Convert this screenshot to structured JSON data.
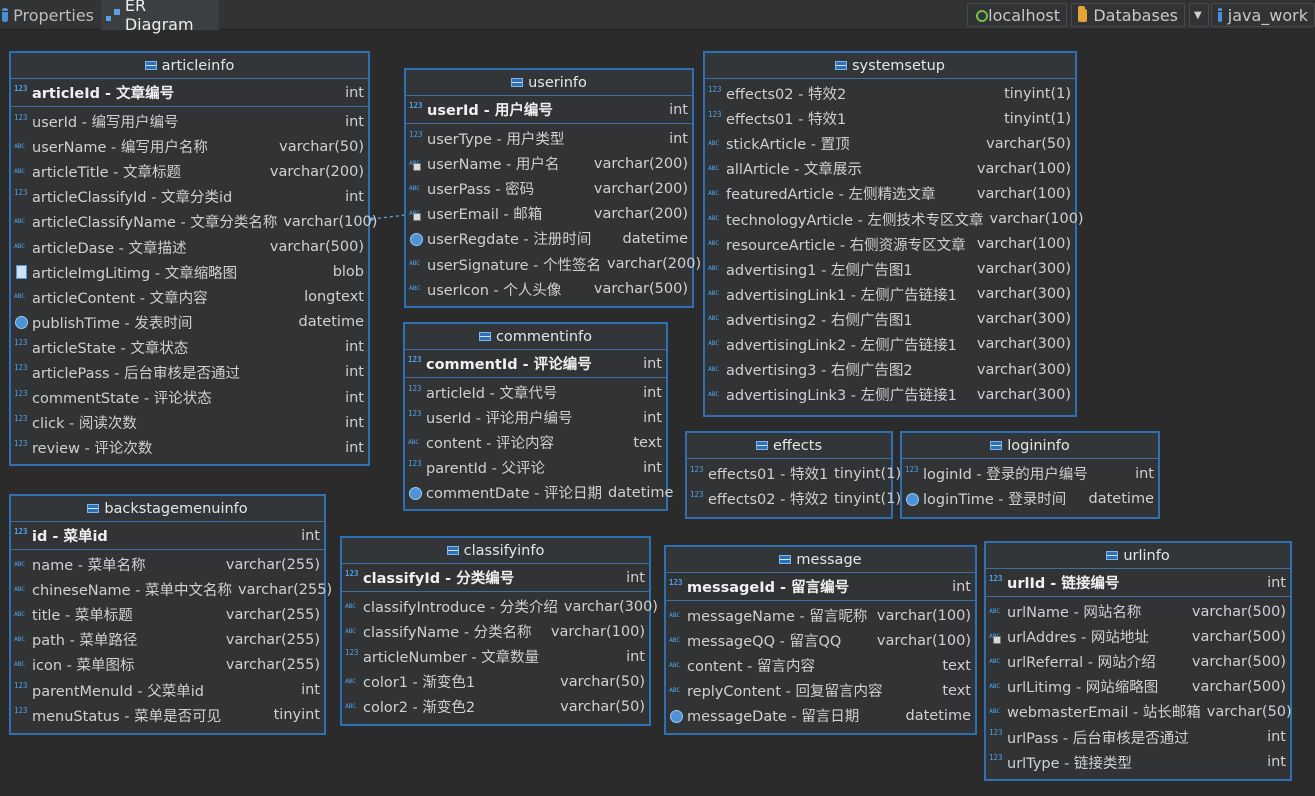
{
  "tabs": [
    {
      "label": "Properties",
      "active": false
    },
    {
      "label": "ER Diagram",
      "active": true
    }
  ],
  "toolbar": {
    "connection": "localhost",
    "databases": "Databases",
    "database": "java_work"
  },
  "colors": {
    "border": "#2f6fb3",
    "background": "#2b2b2b",
    "table_bg": "#313335",
    "icon": "#4ea0e8"
  },
  "tables": {
    "articleinfo": {
      "title": "articleinfo",
      "pk": {
        "name": "articleId - 文章编号",
        "type": "int",
        "icon": "num"
      },
      "columns": [
        {
          "name": "userId - 编写用户编号",
          "type": "int",
          "icon": "num"
        },
        {
          "name": "userName - 编写用户名称",
          "type": "varchar(50)",
          "icon": "str"
        },
        {
          "name": "articleTitle - 文章标题",
          "type": "varchar(200)",
          "icon": "str"
        },
        {
          "name": "articleClassifyId - 文章分类id",
          "type": "int",
          "icon": "num"
        },
        {
          "name": "articleClassifyName - 文章分类名称",
          "type": "varchar(100)",
          "icon": "str"
        },
        {
          "name": "articleDase - 文章描述",
          "type": "varchar(500)",
          "icon": "str"
        },
        {
          "name": "articleImgLitimg - 文章缩略图",
          "type": "blob",
          "icon": "blob"
        },
        {
          "name": "articleContent - 文章内容",
          "type": "longtext",
          "icon": "str"
        },
        {
          "name": "publishTime - 发表时间",
          "type": "datetime",
          "icon": "date"
        },
        {
          "name": "articleState - 文章状态",
          "type": "int",
          "icon": "num"
        },
        {
          "name": "articlePass - 后台审核是否通过",
          "type": "int",
          "icon": "num"
        },
        {
          "name": "commentState - 评论状态",
          "type": "int",
          "icon": "num"
        },
        {
          "name": "click - 阅读次数",
          "type": "int",
          "icon": "num"
        },
        {
          "name": "review - 评论次数",
          "type": "int",
          "icon": "num"
        }
      ]
    },
    "userinfo": {
      "title": "userinfo",
      "pk": {
        "name": "userId - 用户编号",
        "type": "int",
        "icon": "num"
      },
      "columns": [
        {
          "name": "userType - 用户类型",
          "type": "int",
          "icon": "num"
        },
        {
          "name": "userName - 用户名",
          "type": "varchar(200)",
          "icon": "str key"
        },
        {
          "name": "userPass - 密码",
          "type": "varchar(200)",
          "icon": "str"
        },
        {
          "name": "userEmail - 邮箱",
          "type": "varchar(200)",
          "icon": "str key"
        },
        {
          "name": "userRegdate - 注册时间",
          "type": "datetime",
          "icon": "date"
        },
        {
          "name": "userSignature - 个性签名",
          "type": "varchar(200)",
          "icon": "str"
        },
        {
          "name": "userIcon - 个人头像",
          "type": "varchar(500)",
          "icon": "str"
        }
      ]
    },
    "commentinfo": {
      "title": "commentinfo",
      "pk": {
        "name": "commentId - 评论编号",
        "type": "int",
        "icon": "num"
      },
      "columns": [
        {
          "name": "articleId - 文章代号",
          "type": "int",
          "icon": "num"
        },
        {
          "name": "userId - 评论用户编号",
          "type": "int",
          "icon": "num"
        },
        {
          "name": "content - 评论内容",
          "type": "text",
          "icon": "str"
        },
        {
          "name": "parentId - 父评论",
          "type": "int",
          "icon": "num"
        },
        {
          "name": "commentDate - 评论日期",
          "type": "datetime",
          "icon": "date"
        }
      ]
    },
    "systemsetup": {
      "title": "systemsetup",
      "columns": [
        {
          "name": "effects02 - 特效2",
          "type": "tinyint(1)",
          "icon": "num"
        },
        {
          "name": "effects01 - 特效1",
          "type": "tinyint(1)",
          "icon": "num"
        },
        {
          "name": "stickArticle - 置顶",
          "type": "varchar(50)",
          "icon": "str"
        },
        {
          "name": "allArticle - 文章展示",
          "type": "varchar(100)",
          "icon": "str"
        },
        {
          "name": "featuredArticle - 左侧精选文章",
          "type": "varchar(100)",
          "icon": "str"
        },
        {
          "name": "technologyArticle - 左侧技术专区文章",
          "type": "varchar(100)",
          "icon": "str"
        },
        {
          "name": "resourceArticle - 右侧资源专区文章",
          "type": "varchar(100)",
          "icon": "str"
        },
        {
          "name": "advertising1 - 左侧广告图1",
          "type": "varchar(300)",
          "icon": "str"
        },
        {
          "name": "advertisingLink1 - 左侧广告链接1",
          "type": "varchar(300)",
          "icon": "str"
        },
        {
          "name": "advertising2 - 右侧广告图1",
          "type": "varchar(300)",
          "icon": "str"
        },
        {
          "name": "advertisingLink2 - 左侧广告链接1",
          "type": "varchar(300)",
          "icon": "str"
        },
        {
          "name": "advertising3 - 右侧广告图2",
          "type": "varchar(300)",
          "icon": "str"
        },
        {
          "name": "advertisingLink3 - 左侧广告链接1",
          "type": "varchar(300)",
          "icon": "str"
        }
      ]
    },
    "effects": {
      "title": "effects",
      "columns": [
        {
          "name": "effects01 - 特效1",
          "type": "tinyint(1)",
          "icon": "num"
        },
        {
          "name": "effects02 - 特效2",
          "type": "tinyint(1)",
          "icon": "num"
        }
      ]
    },
    "logininfo": {
      "title": "logininfo",
      "columns": [
        {
          "name": "loginId - 登录的用户编号",
          "type": "int",
          "icon": "num"
        },
        {
          "name": "loginTime - 登录时间",
          "type": "datetime",
          "icon": "date"
        }
      ]
    },
    "backstagemenuinfo": {
      "title": "backstagemenuinfo",
      "pk": {
        "name": "id - 菜单id",
        "type": "int",
        "icon": "num"
      },
      "columns": [
        {
          "name": "name - 菜单名称",
          "type": "varchar(255)",
          "icon": "str"
        },
        {
          "name": "chineseName - 菜单中文名称",
          "type": "varchar(255)",
          "icon": "str"
        },
        {
          "name": "title - 菜单标题",
          "type": "varchar(255)",
          "icon": "str"
        },
        {
          "name": "path - 菜单路径",
          "type": "varchar(255)",
          "icon": "str"
        },
        {
          "name": "icon - 菜单图标",
          "type": "varchar(255)",
          "icon": "str"
        },
        {
          "name": "parentMenuId - 父菜单id",
          "type": "int",
          "icon": "num"
        },
        {
          "name": "menuStatus - 菜单是否可见",
          "type": "tinyint",
          "icon": "num"
        }
      ]
    },
    "classifyinfo": {
      "title": "classifyinfo",
      "pk": {
        "name": "classifyId - 分类编号",
        "type": "int",
        "icon": "num"
      },
      "columns": [
        {
          "name": "classifyIntroduce - 分类介绍",
          "type": "varchar(300)",
          "icon": "str"
        },
        {
          "name": "classifyName - 分类名称",
          "type": "varchar(100)",
          "icon": "str"
        },
        {
          "name": "articleNumber - 文章数量",
          "type": "int",
          "icon": "num"
        },
        {
          "name": "color1 - 渐变色1",
          "type": "varchar(50)",
          "icon": "str"
        },
        {
          "name": "color2 - 渐变色2",
          "type": "varchar(50)",
          "icon": "str"
        }
      ]
    },
    "message": {
      "title": "message",
      "pk": {
        "name": "messageId - 留言编号",
        "type": "int",
        "icon": "num"
      },
      "columns": [
        {
          "name": "messageName - 留言昵称",
          "type": "varchar(100)",
          "icon": "str"
        },
        {
          "name": "messageQQ - 留言QQ",
          "type": "varchar(100)",
          "icon": "str"
        },
        {
          "name": "content - 留言内容",
          "type": "text",
          "icon": "str"
        },
        {
          "name": "replyContent - 回复留言内容",
          "type": "text",
          "icon": "str"
        },
        {
          "name": "messageDate - 留言日期",
          "type": "datetime",
          "icon": "date"
        }
      ]
    },
    "urlinfo": {
      "title": "urlinfo",
      "pk": {
        "name": "urlId - 链接编号",
        "type": "int",
        "icon": "num"
      },
      "columns": [
        {
          "name": "urlName - 网站名称",
          "type": "varchar(500)",
          "icon": "str"
        },
        {
          "name": "urlAddres - 网站地址",
          "type": "varchar(500)",
          "icon": "str key"
        },
        {
          "name": "urlReferral - 网站介绍",
          "type": "varchar(500)",
          "icon": "str"
        },
        {
          "name": "urlLitimg - 网站缩略图",
          "type": "varchar(500)",
          "icon": "str"
        },
        {
          "name": "webmasterEmail - 站长邮箱",
          "type": "varchar(50)",
          "icon": "str"
        },
        {
          "name": "urlPass - 后台审核是否通过",
          "type": "int",
          "icon": "num"
        },
        {
          "name": "urlType - 链接类型",
          "type": "int",
          "icon": "num"
        }
      ]
    }
  }
}
